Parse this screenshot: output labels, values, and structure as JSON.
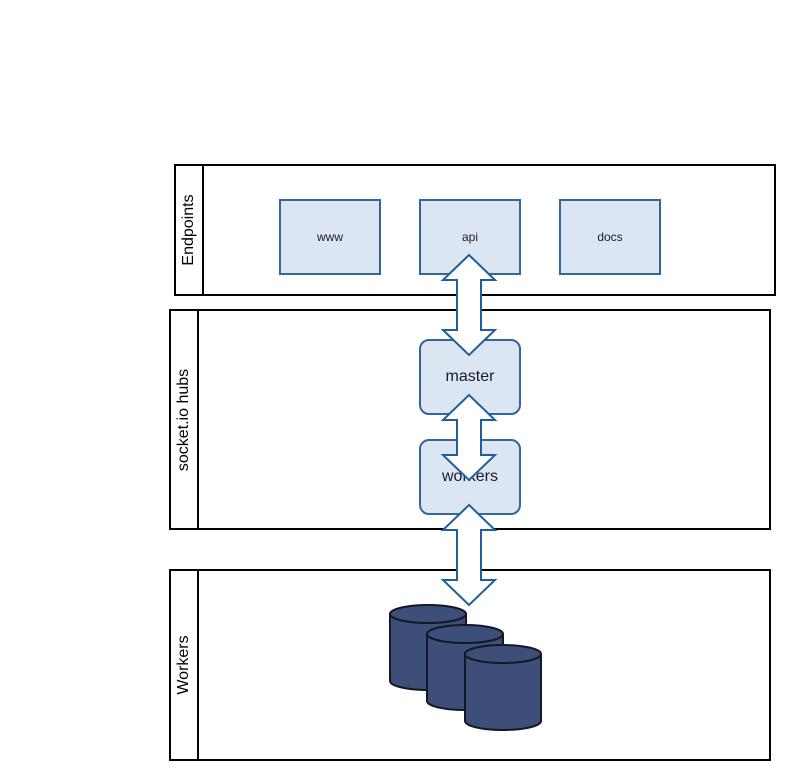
{
  "lanes": {
    "endpoints": "Endpoints",
    "hubs": "socket.io hubs",
    "workers": "Workers"
  },
  "nodes": {
    "www": "www",
    "api": "api",
    "docs": "docs",
    "master": "master",
    "workers": "workers"
  },
  "colors": {
    "node_fill": "#dce6f2",
    "node_stroke": "#336699",
    "db_fill": "#3d4e78",
    "arrow_fill": "#ffffff",
    "arrow_stroke": "#1f5f9a"
  },
  "icons": [
    "database-icon",
    "double-arrow-icon"
  ]
}
